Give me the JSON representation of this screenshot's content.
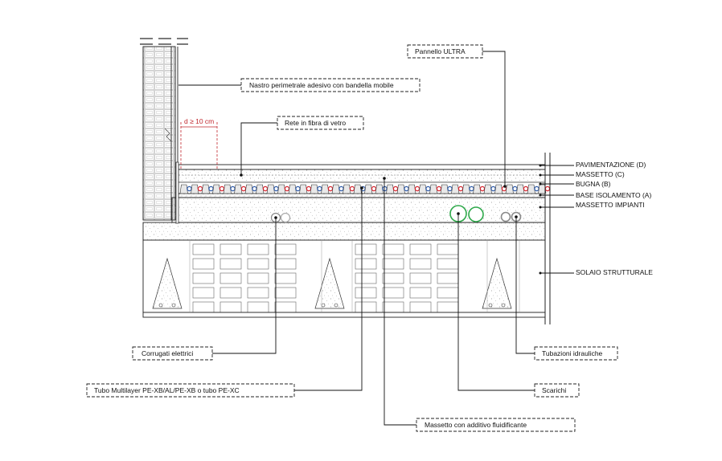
{
  "colors": {
    "line": "#222222",
    "red_pipe": "#d9232d",
    "blue_pipe": "#2e5aa8",
    "green_pipe": "#2ea84a",
    "grey_pipe": "#8a8a8a",
    "dimension": "#c0272d"
  },
  "dimension_label": "d ≥ 10 cm",
  "callouts": {
    "pannello_ultra": "Pannello ULTRA",
    "nastro": "Nastro perimetrale adesivo con bandella mobile",
    "rete": "Rete in fibra di vetro",
    "corrugati": "Corrugati elettrici",
    "tubo": "Tubo  Multilayer PE-XB/AL/PE-XB o tubo PE-XC",
    "massetto_additivo": "Massetto con additivo fluidificante",
    "scarichi": "Scarichi",
    "tubazioni": "Tubazioni idrauliche"
  },
  "layers": {
    "pavimentazione": "PAVIMENTAZIONE (D)",
    "massetto": "MASSETTO (C)",
    "bugna": "BUGNA (B)",
    "base": "BASE ISOLAMENTO (A)",
    "impianti": "MASSETTO IMPIANTI",
    "solaio": "SOLAIO STRUTTURALE"
  }
}
